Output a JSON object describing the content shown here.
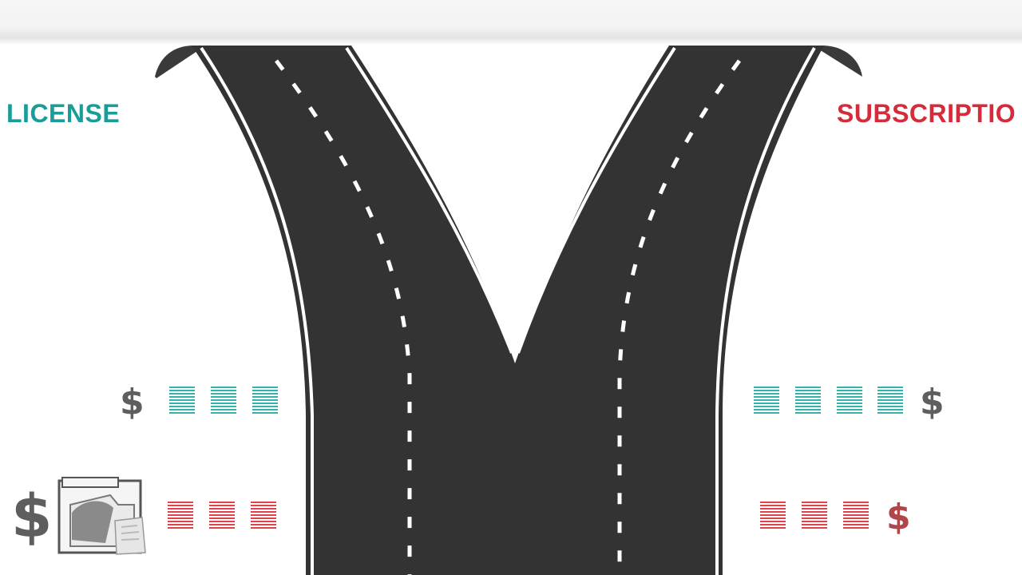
{
  "labels": {
    "license": "LICENSE",
    "subscription": "SUBSCRIPTIO"
  },
  "symbols": {
    "currency": "$"
  },
  "colors": {
    "license": "#1a9c99",
    "subscription": "#d62b3a",
    "road": "#333333",
    "stack_teal": "#34b3ad",
    "stack_red": "#e0444a",
    "dollar_gray": "#5e5e5e",
    "dollar_red": "#b0454a"
  },
  "rows": {
    "license_teal_stacks": 3,
    "license_red_stacks": 3,
    "subscription_teal_stacks": 4,
    "subscription_red_stacks": 3
  },
  "icons": [
    "folder-icon",
    "dollar-icon",
    "document-stack-icon",
    "road"
  ]
}
